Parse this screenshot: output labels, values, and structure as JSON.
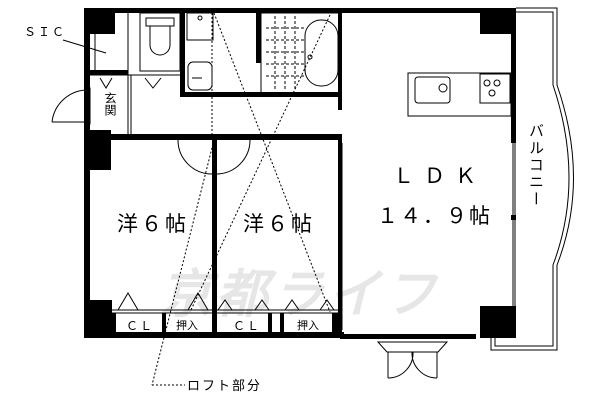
{
  "floorplan": {
    "rooms": {
      "western_room_1": "洋６帖",
      "western_room_2": "洋６帖",
      "ldk_label": "ＬＤＫ",
      "ldk_size": "１４．９帖",
      "entrance": "玄関",
      "balcony": "バルコニー"
    },
    "storage": {
      "sic": "ＳＩＣ",
      "closet_1": "ＣＬ",
      "oshiire_1": "押入",
      "closet_2": "ＣＬ",
      "oshiire_2": "押入"
    },
    "annotations": {
      "loft": "ロフト部分"
    },
    "watermark": "京都ライフ",
    "colors": {
      "wall": "#000000",
      "background": "#ffffff",
      "watermark": "#e6e6e6"
    }
  }
}
